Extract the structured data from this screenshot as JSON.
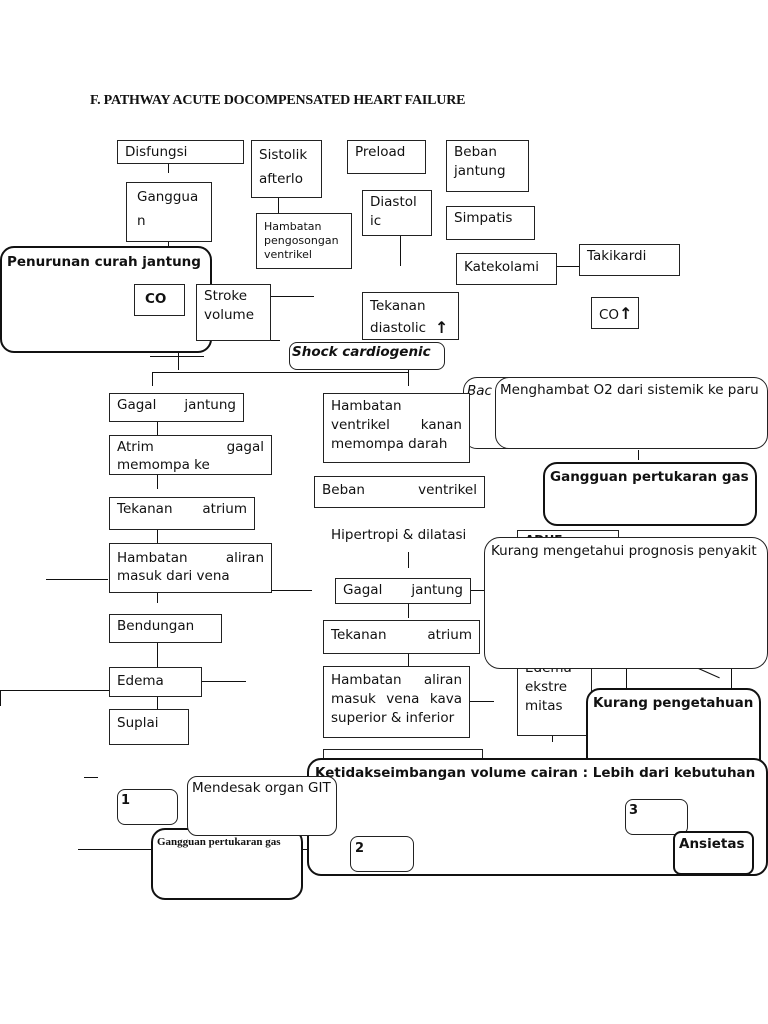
{
  "title": "F. PATHWAY ACUTE DOCOMPENSATED HEART FAILURE",
  "nodes": {
    "disfungsi": "Disfungsi",
    "sistolik": "Sistolik afterlo",
    "preload": "Preload",
    "beban_jantung": "Beban jantung",
    "gangguan": "Ganggua n",
    "hambatan_pengosongan": "Hambatan pengosongan ventrikel",
    "diastolic": "Diastol ic",
    "simpatis": "Simpatis",
    "katekolami": "Katekolami",
    "takikardi": "Takikardi",
    "penurunan_curah": "Penurunan curah jantung",
    "co": "CO",
    "stroke_volume": "Stroke volume",
    "tekanan_diastolic": "Tekanan diastolic",
    "co_up": "CO",
    "shock_cardiogenic": "Shock cardiogenic",
    "back": "Bac",
    "menghambat_o2": "Menghambat O2 dari sistemik ke paru",
    "gangguan_pertukaran_gas_1": "Gangguan pertukaran gas",
    "gagal_jantung_l": "Gagal jantung",
    "atrim_gagal": "Atrim gagal memompa ke",
    "tekanan_atrium_l": "Tekanan atrium",
    "hambatan_aliran_l": "Hambatan aliran masuk dari vena",
    "bendungan": "Bendungan",
    "edema_l": "Edema",
    "suplai": "Suplai",
    "hambatan_ventrikel_kanan": "Hambatan ventrikel kanan memompa darah",
    "beban_ventrikel": "Beban ventrikel",
    "hipertropi": "Hipertropi & dilatasi",
    "gagal_jantung_r": "Gagal jantung",
    "tekanan_atrium_r": "Tekanan atrium",
    "hambatan_aliran_r": "Hambatan aliran masuk vena kava superior & inferior",
    "adhf": "ADHF",
    "kurang_mengetahui": "Kurang mengetahui prognosis penyakit",
    "edema_ekstremitas": "Edema ekstre mitas",
    "kurang_pengetahuan": "Kurang pengetahuan",
    "ketidakseimbangan": "Ketidakseimbangan volume cairan : Lebih dari kebutuhan",
    "mendesak_organ": "Mendesak organ GIT",
    "num1": "1",
    "num2": "2",
    "num3": "3",
    "gangguan_pertukaran_gas_2": "Gangguan pertukaran gas",
    "ansietas": "Ansietas"
  },
  "symbols": {
    "arrow_up": "↑",
    "dash": "–"
  }
}
